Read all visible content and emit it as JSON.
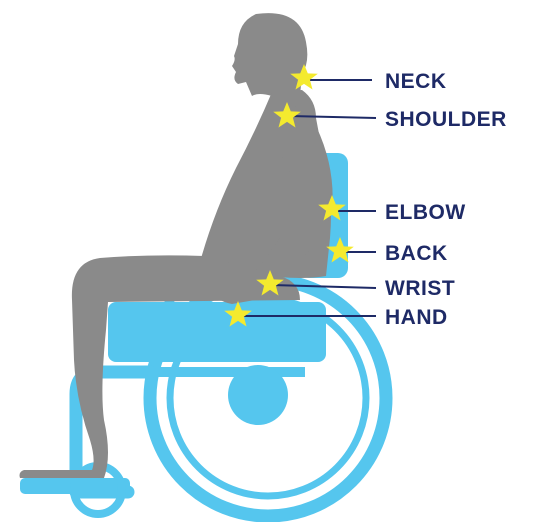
{
  "colors": {
    "body": "#8a8a8a",
    "wheelchair": "#55c6ee",
    "wheelchair_dark": "#45b8e3",
    "star": "#f4ea2e",
    "label_text": "#1e2a66",
    "leader_line": "#1e2a66"
  },
  "labels": {
    "neck": "NECK",
    "shoulder": "SHOULDER",
    "elbow": "ELBOW",
    "back": "BACK",
    "wrist": "WRIST",
    "hand": "HAND"
  },
  "icons": {
    "pain_point": "star-icon",
    "person": "seated-person-silhouette",
    "chair": "wheelchair-illustration"
  }
}
